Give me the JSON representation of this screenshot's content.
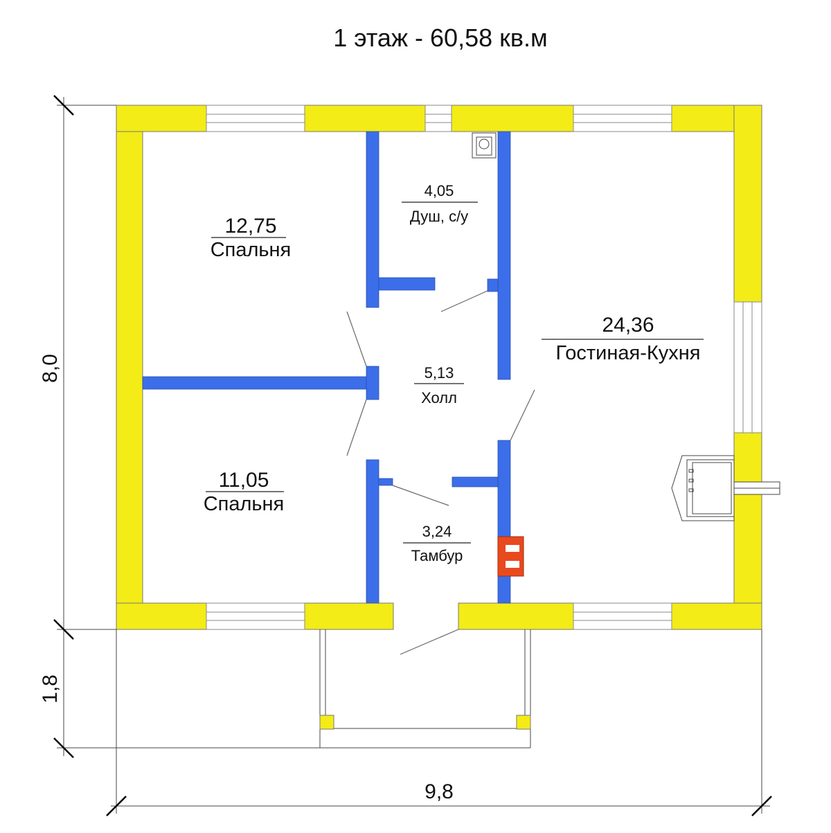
{
  "title": "1 этаж - 60,58 кв.м",
  "colors": {
    "exterior_wall": "#f3ec16",
    "interior_wall": "#3b6ee8",
    "stove": "#e84a1e",
    "line": "#555555"
  },
  "rooms": [
    {
      "area": "12,75",
      "name": "Спальня"
    },
    {
      "area": "11,05",
      "name": "Спальня"
    },
    {
      "area": "4,05",
      "name": "Душ, с/у"
    },
    {
      "area": "5,13",
      "name": "Холл"
    },
    {
      "area": "3,24",
      "name": "Тамбур"
    },
    {
      "area": "24,36",
      "name": "Гостиная-Кухня"
    }
  ],
  "dimensions": {
    "height_main": "8,0",
    "height_porch": "1,8",
    "width": "9,8"
  }
}
